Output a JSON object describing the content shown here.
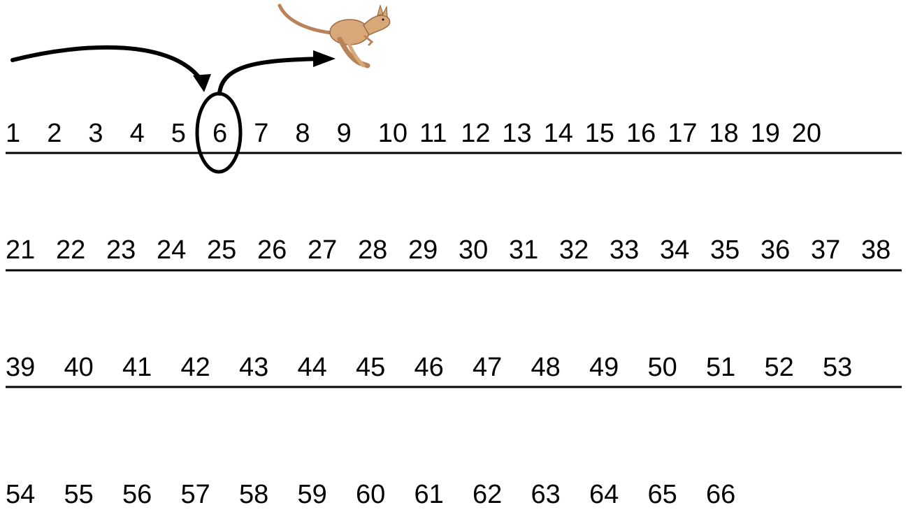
{
  "rows": [
    {
      "numbers": [
        "1",
        "2",
        "3",
        "4",
        "5",
        "6",
        "7",
        "8",
        "9",
        "10",
        "11",
        "12",
        "13",
        "14",
        "15",
        "16",
        "17",
        "18",
        "19",
        "20"
      ]
    },
    {
      "numbers": [
        "21",
        "22",
        "23",
        "24",
        "25",
        "26",
        "27",
        "28",
        "29",
        "30",
        "31",
        "32",
        "33",
        "34",
        "35",
        "36",
        "37",
        "38"
      ]
    },
    {
      "numbers": [
        "39",
        "40",
        "41",
        "42",
        "43",
        "44",
        "45",
        "46",
        "47",
        "48",
        "49",
        "50",
        "51",
        "52",
        "53"
      ]
    },
    {
      "numbers": [
        "54",
        "55",
        "56",
        "57",
        "58",
        "59",
        "60",
        "61",
        "62",
        "63",
        "64",
        "65",
        "66"
      ]
    }
  ],
  "highlighted_number": "6",
  "icons": {
    "animal": "kangaroo-icon",
    "jump_in": "arrow-into-number-icon",
    "jump_out": "arrow-out-of-number-icon"
  },
  "colors": {
    "ink": "#000000",
    "kangaroo_body": "#d9a878",
    "kangaroo_shade": "#b9835a"
  }
}
